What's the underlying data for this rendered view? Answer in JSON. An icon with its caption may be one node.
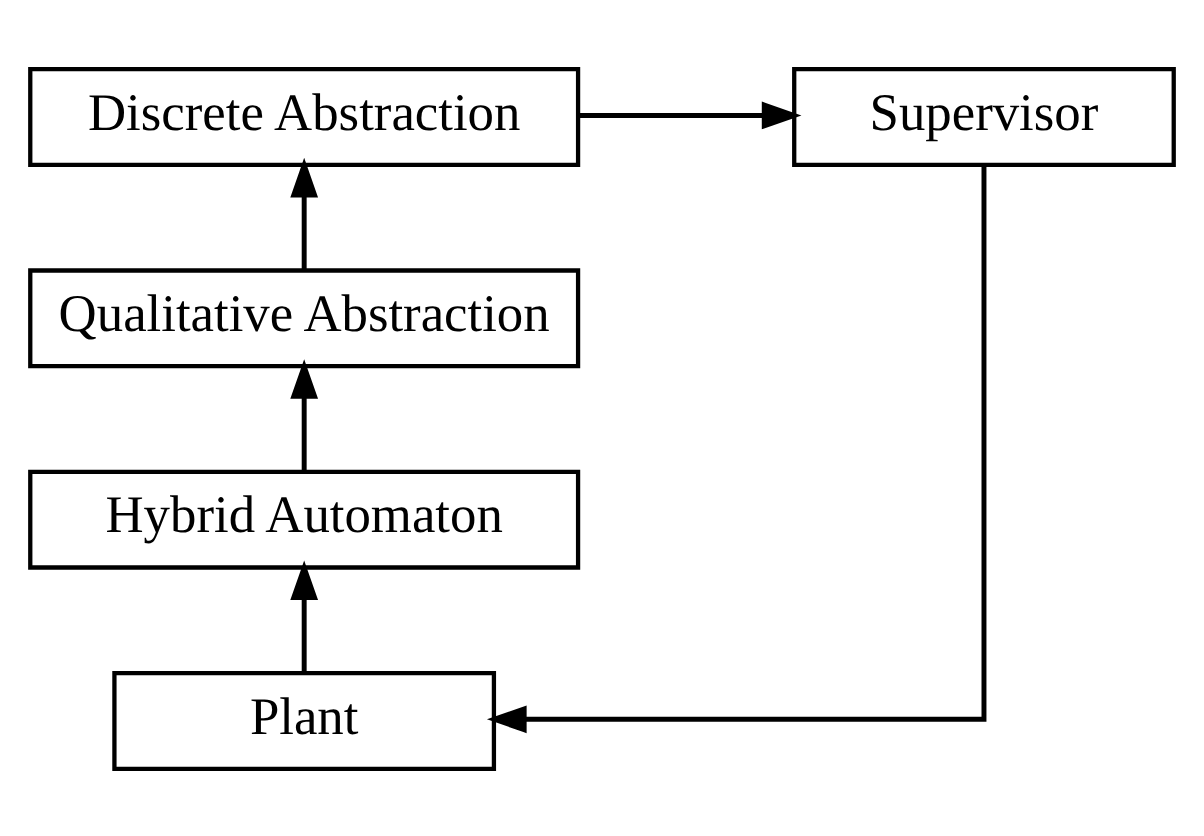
{
  "diagram": {
    "nodes": [
      {
        "text": [
          "Supervisor"
        ]
      },
      {
        "text": [
          "Discrete Abstraction"
        ]
      },
      {
        "text": [
          "Qualitative Abstraction"
        ]
      },
      {
        "text": [
          "Hybrid Automaton"
        ]
      },
      {
        "text": [
          "Plant"
        ]
      }
    ],
    "edges": [
      {
        "from": 1,
        "to": 0,
        "arrow": "to"
      },
      {
        "from": 2,
        "to": 1,
        "arrow": "to"
      },
      {
        "from": 3,
        "to": 2,
        "arrow": "to"
      },
      {
        "from": 4,
        "to": 3,
        "arrow": "to"
      },
      {
        "from": 0,
        "to": 4,
        "arrow": "to"
      }
    ]
  }
}
